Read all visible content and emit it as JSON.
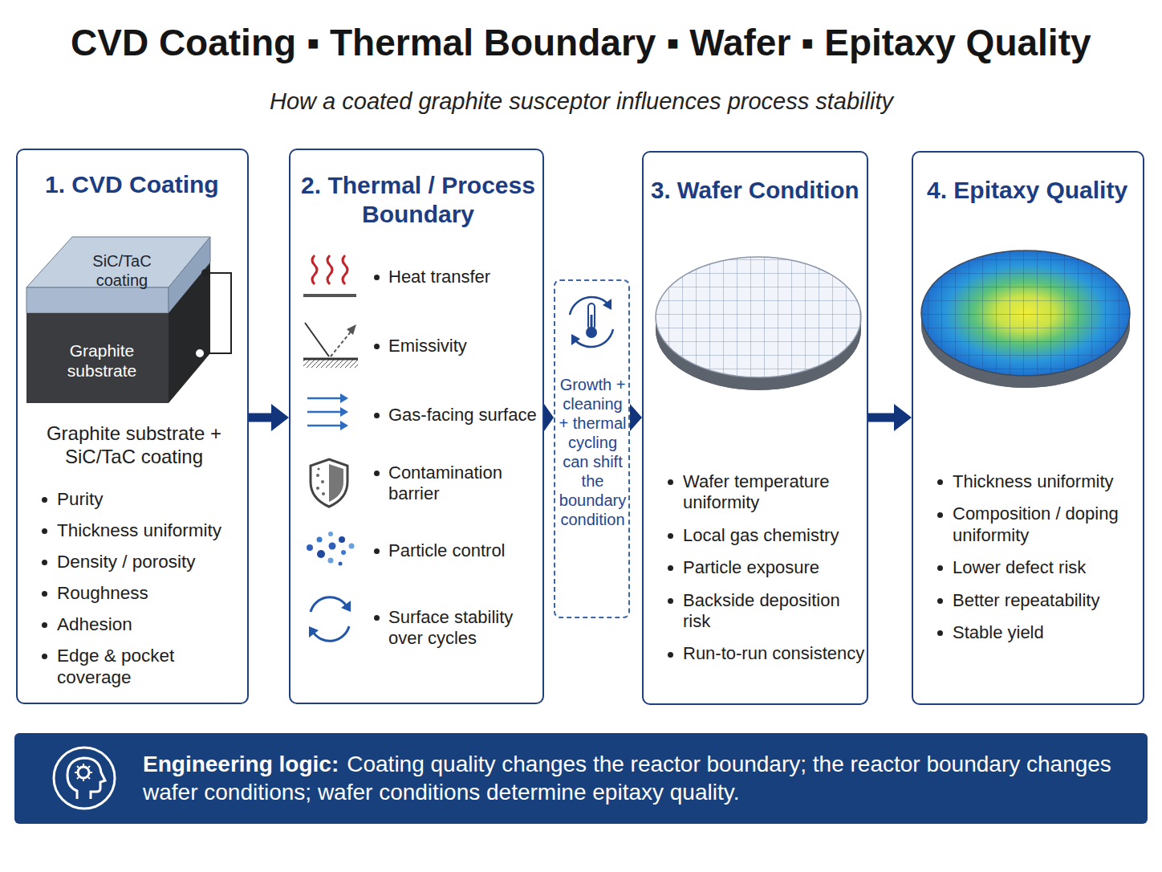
{
  "diagram": {
    "title": "CVD Coating ▪ Thermal Boundary ▪ Wafer ▪ Epitaxy Quality",
    "caption": "How a coated graphite susceptor influences process stability",
    "nodes": [
      {
        "text": [
          "1. CVD Coating",
          "Graphite substrate + SiC/TaC coating",
          "Purity",
          "Thickness uniformity",
          "Density / porosity",
          "Roughness",
          "Adhesion",
          "Edge & pocket coverage"
        ]
      },
      {
        "text": [
          "SiC/TaC coating"
        ],
        "in": 0
      },
      {
        "text": [
          "Graphite substrate"
        ],
        "in": 0
      },
      {
        "text": [
          "2. Thermal / Process Boundary",
          "Heat transfer",
          "Emissivity",
          "Gas-facing surface",
          "Contamination barrier",
          "Particle control",
          "Surface stability over cycles"
        ]
      },
      {
        "text": [
          "Growth + cleaning + thermal cycling can shift the boundary condition"
        ]
      },
      {
        "text": [
          "3. Wafer Condition",
          "Wafer temperature uniformity",
          "Local gas chemistry",
          "Particle exposure",
          "Backside deposition risk",
          "Run-to-run consistency"
        ]
      },
      {
        "text": [
          "4. Epitaxy Quality",
          "Thickness uniformity",
          "Composition / doping uniformity",
          "Lower defect risk",
          "Better repeatability",
          "Stable yield"
        ]
      },
      {
        "text": [
          "Engineering logic:",
          "Coating quality changes the reactor boundary; the reactor boundary changes wafer conditions; wafer conditions determine epitaxy quality."
        ]
      }
    ],
    "edges": [
      {
        "from": 0,
        "to": 3,
        "arrow": "to"
      },
      {
        "from": 3,
        "to": 4,
        "arrow": "to"
      },
      {
        "from": 4,
        "to": 5,
        "arrow": "to"
      },
      {
        "from": 5,
        "to": 6,
        "arrow": "to"
      }
    ]
  }
}
